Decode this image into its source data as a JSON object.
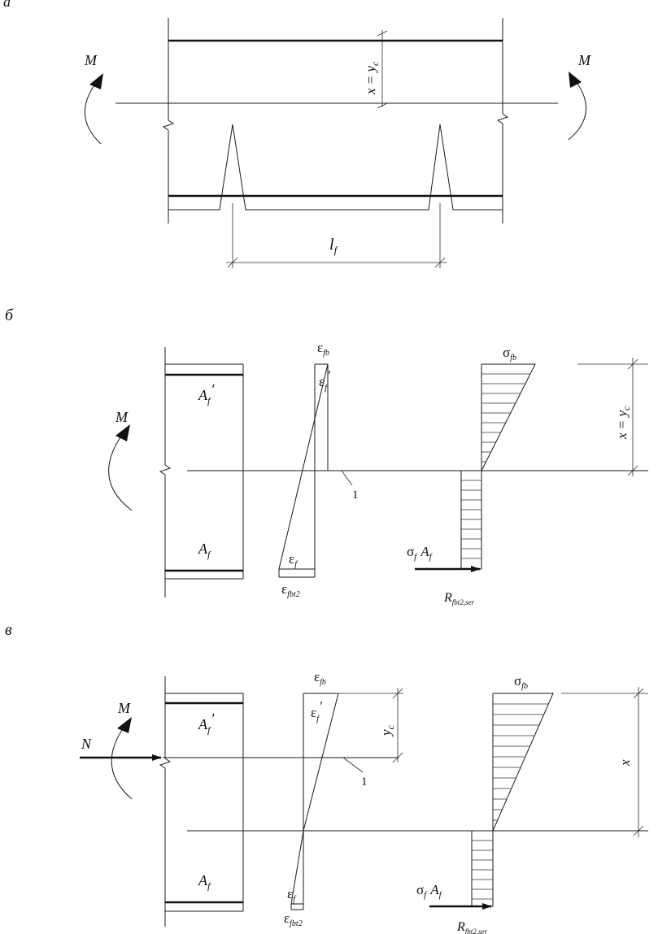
{
  "panels": {
    "a": {
      "letter": "а",
      "moment_left": "M",
      "moment_right": "M",
      "depth_label": "x = y",
      "depth_sub": "c",
      "span_label": "l",
      "span_sub": "f"
    },
    "b": {
      "letter": "б",
      "moment": "M",
      "area_top": "A",
      "area_top_sub": "f",
      "area_top_prime": "′",
      "area_bottom": "A",
      "area_bottom_sub": "f",
      "eps_fb": "ε",
      "eps_fb_sub": "fb",
      "eps_f_prime": "ε",
      "eps_f_prime_sub": "f",
      "eps_f_prime_mark": "′",
      "eps_f": "ε",
      "eps_f_sub": "f",
      "eps_fbt2": "ε",
      "eps_fbt2_sub": "fbt2",
      "line_label": "1",
      "sigma_fb": "σ",
      "sigma_fb_sub": "fb",
      "force_label": "σ",
      "force_sub1": "f",
      "force_A": "A",
      "force_sub2": "f",
      "R_label": "R",
      "R_sub": "fbt2,ser",
      "depth_label": "x = y",
      "depth_sub": "c"
    },
    "c": {
      "letter": "в",
      "moment": "M",
      "axial": "N",
      "area_top": "A",
      "area_top_sub": "f",
      "area_top_prime": "′",
      "area_bottom": "A",
      "area_bottom_sub": "f",
      "eps_fb": "ε",
      "eps_fb_sub": "fb",
      "eps_f_prime": "ε",
      "eps_f_prime_sub": "f",
      "eps_f_prime_mark": "′",
      "eps_f": "ε",
      "eps_f_sub": "f",
      "eps_fbt2": "ε",
      "eps_fbt2_sub": "fbt2",
      "line_label": "1",
      "yc_label": "y",
      "yc_sub": "c",
      "sigma_fb": "σ",
      "sigma_fb_sub": "fb",
      "force_label": "σ",
      "force_sub1": "f",
      "force_A": "A",
      "force_sub2": "f",
      "R_label": "R",
      "R_sub": "fbt2,ser",
      "x_label": "x"
    }
  }
}
